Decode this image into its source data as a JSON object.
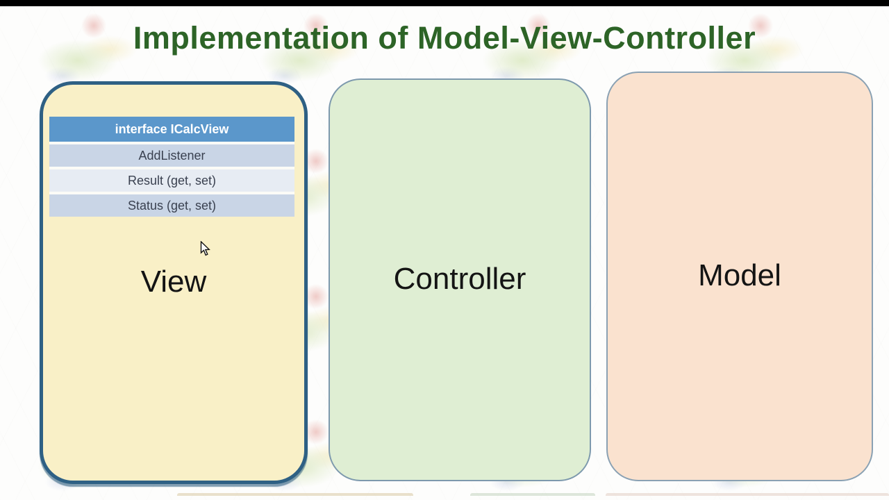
{
  "title": "Implementation of Model-View-Controller",
  "panels": {
    "view": {
      "label": "View",
      "table": {
        "header": "interface ICalcView",
        "rows": [
          "AddListener",
          "Result (get, set)",
          "Status (get, set)"
        ]
      }
    },
    "controller": {
      "label": "Controller"
    },
    "model": {
      "label": "Model"
    }
  },
  "colors": {
    "title_green": "#2d6427",
    "view_fill": "#f9f0c7",
    "view_border": "#2e6084",
    "controller_fill": "#dfeed3",
    "controller_border": "#7d99ad",
    "model_fill": "#fae2cf",
    "model_border": "#8aa1b3",
    "table_header_bg": "#5b97cb",
    "table_header_text": "#ffffff",
    "table_row_dark": "#c9d5e6",
    "table_row_light": "#e7ecf3",
    "table_text": "#3a4150",
    "top_bar": "#000000"
  }
}
